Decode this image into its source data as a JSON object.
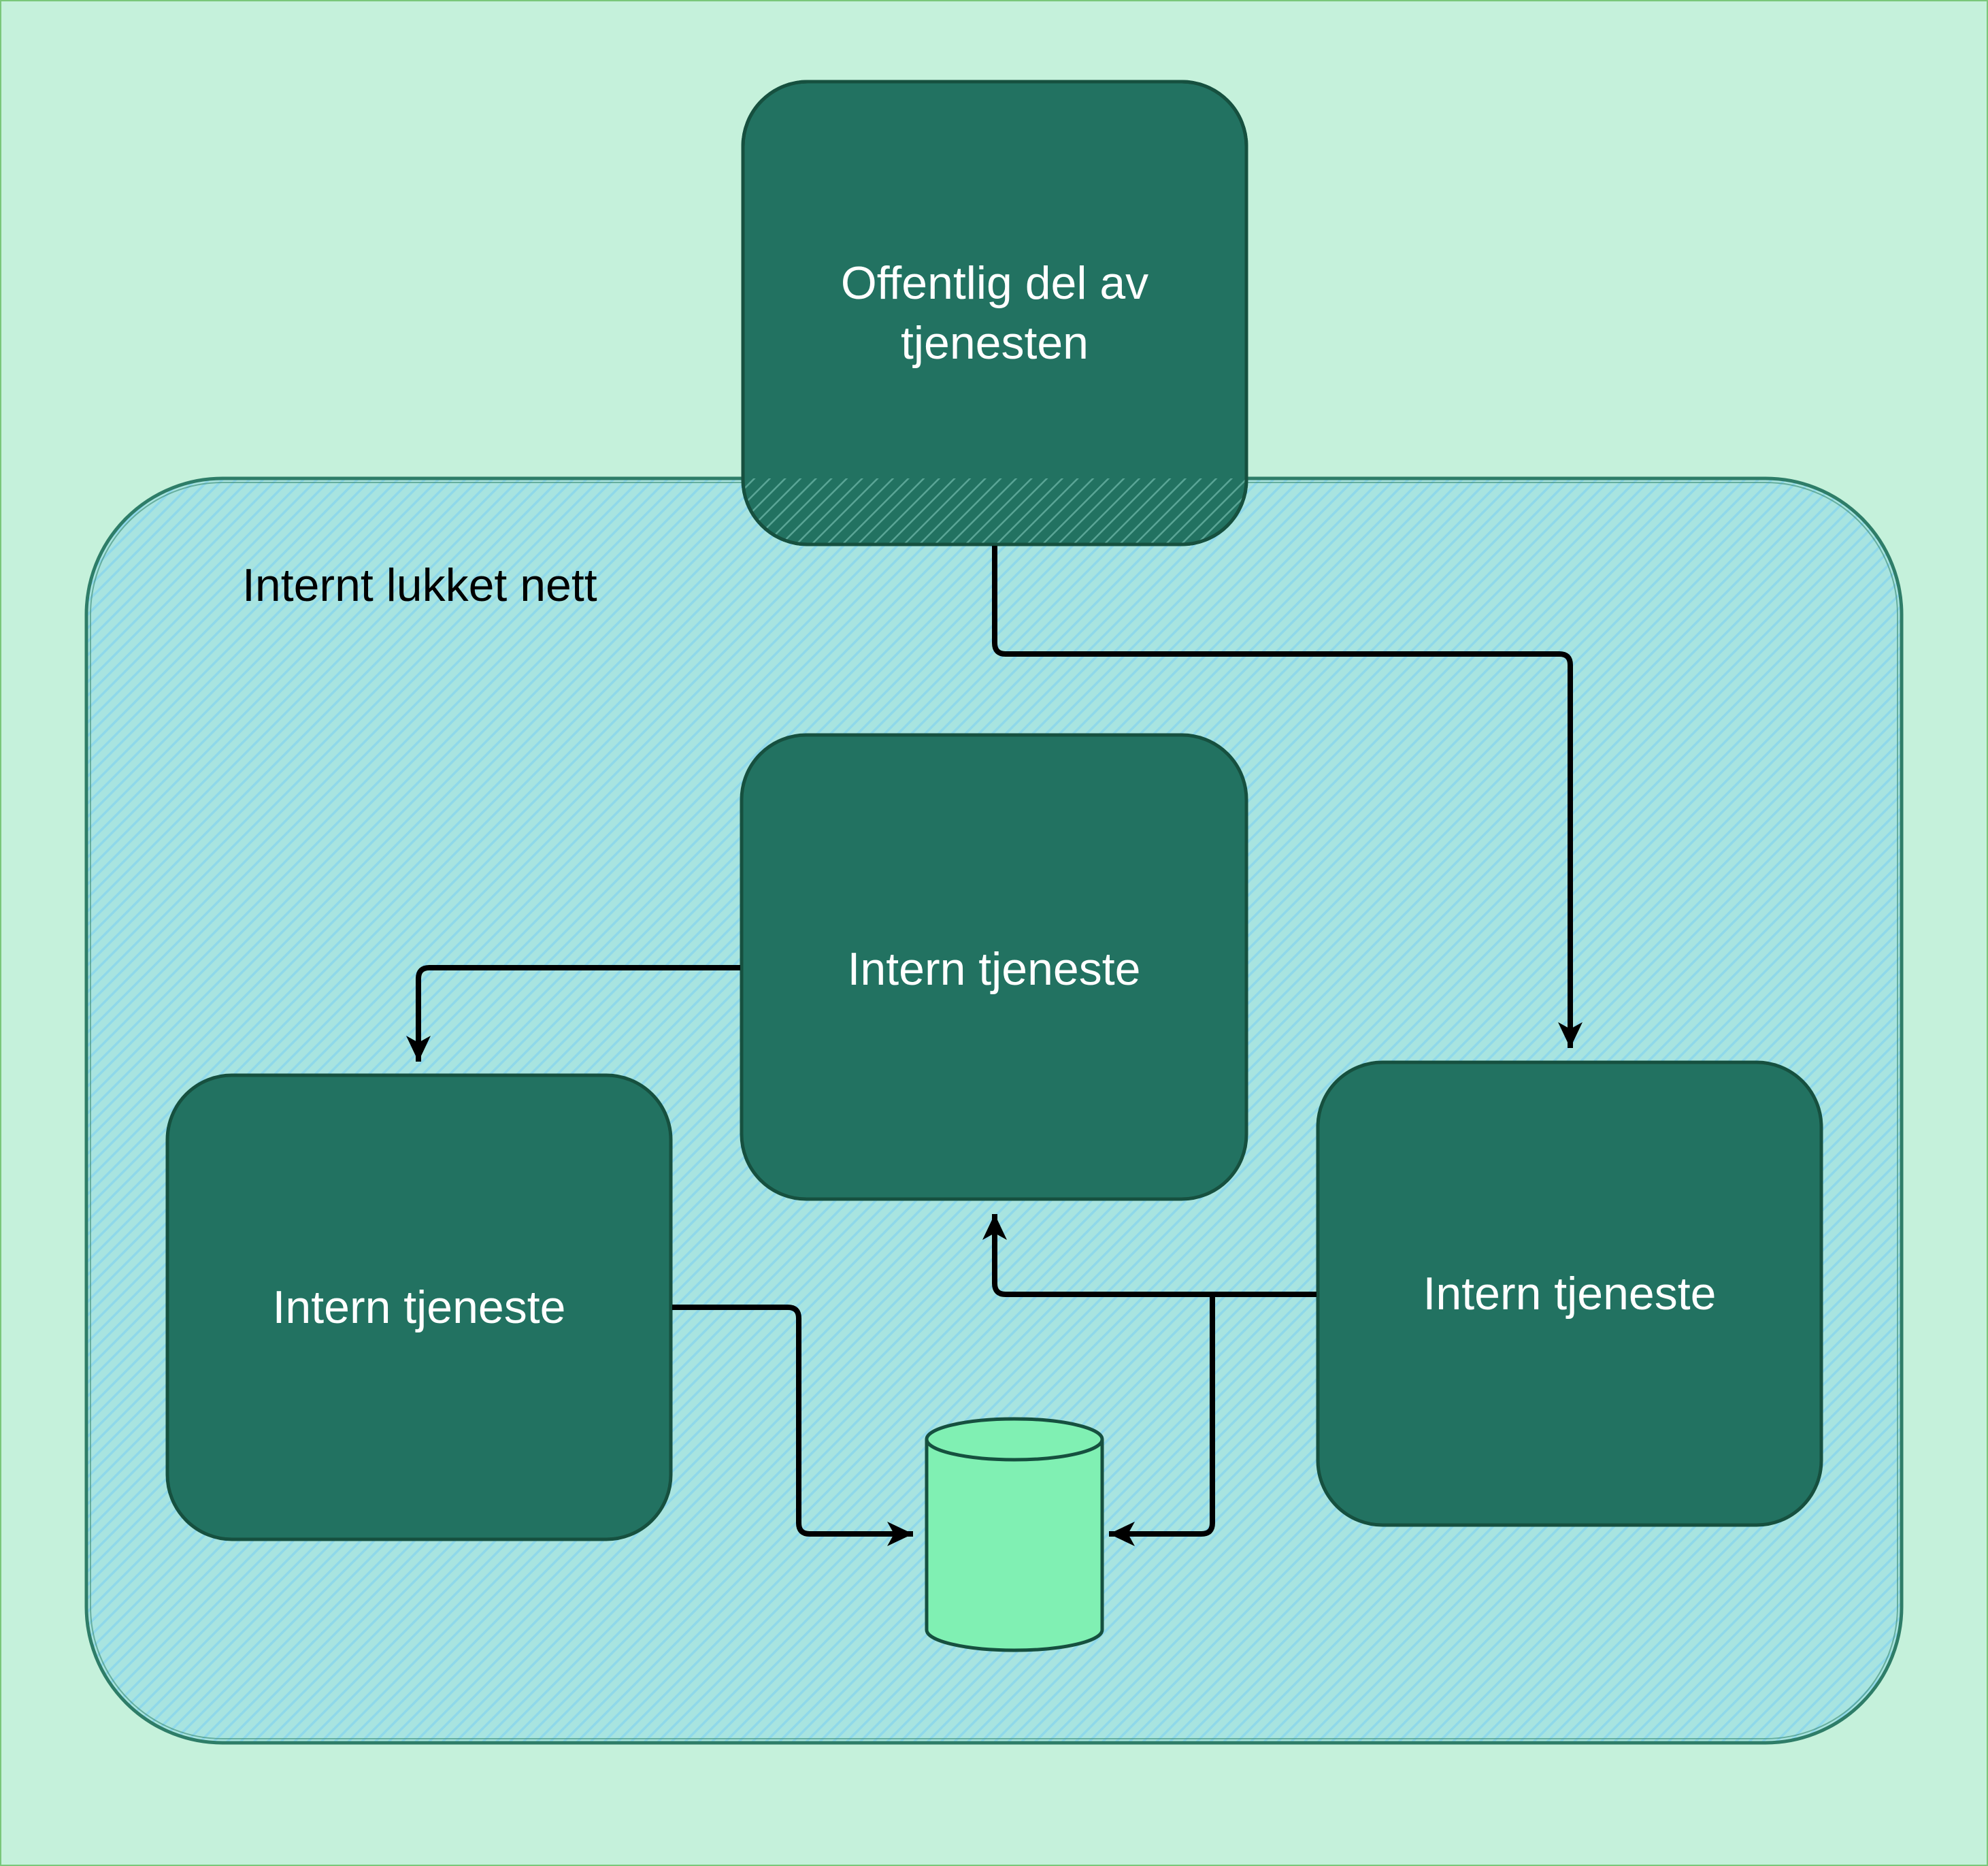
{
  "diagram": {
    "zone": {
      "label": "Internt lukket nett"
    },
    "public_service": {
      "label_line1": "Offentlig del av",
      "label_line2": "tjenesten"
    },
    "services": [
      {
        "label": "Intern tjeneste"
      },
      {
        "label": "Intern tjeneste"
      },
      {
        "label": "Intern tjeneste"
      }
    ],
    "database": {
      "label": ""
    },
    "edges": [
      {
        "from": "public_service",
        "to": "service-right"
      },
      {
        "from": "service-center",
        "to": "service-left"
      },
      {
        "from": "service-right",
        "to": "service-center"
      },
      {
        "from": "service-left",
        "to": "database"
      },
      {
        "from": "service-right",
        "to": "database"
      }
    ]
  },
  "colors": {
    "background": "#c5f1db",
    "zone_fill": "#a7e3e6",
    "zone_hatch": "#9adbea",
    "zone_border": "#2e7d68",
    "node_fill": "#227261",
    "node_border": "#16503f",
    "database_fill": "#80f0b3",
    "edge": "#000000"
  }
}
